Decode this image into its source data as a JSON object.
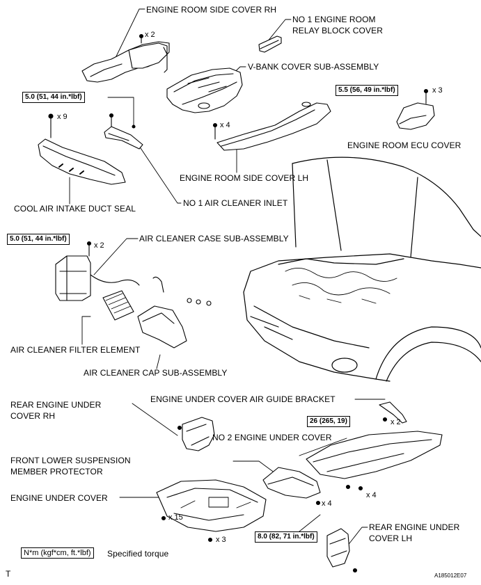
{
  "labels": {
    "engine_room_side_cover_rh": "ENGINE ROOM SIDE COVER RH",
    "relay_block_cover_1": "NO  1 ENGINE ROOM",
    "relay_block_cover_2": "RELAY BLOCK COVER",
    "v_bank_cover": "V-BANK COVER SUB-ASSEMBLY",
    "engine_room_ecu_cover": "ENGINE ROOM ECU COVER",
    "engine_room_side_cover_lh": "ENGINE ROOM SIDE COVER LH",
    "cool_air_intake_duct_seal": "COOL AIR INTAKE DUCT SEAL",
    "no1_air_cleaner_inlet": "NO  1 AIR CLEANER INLET",
    "air_cleaner_case": "AIR CLEANER CASE SUB-ASSEMBLY",
    "air_cleaner_filter": "AIR CLEANER FILTER ELEMENT",
    "air_cleaner_cap": "AIR CLEANER CAP SUB-ASSEMBLY",
    "rear_engine_under_cover_rh_1": "REAR ENGINE UNDER",
    "rear_engine_under_cover_rh_2": "COVER RH",
    "air_guide_bracket": "ENGINE UNDER COVER AIR GUIDE BRACKET",
    "no2_engine_under_cover": "NO  2 ENGINE UNDER COVER",
    "front_lower_susp_1": "FRONT LOWER SUSPENSION",
    "front_lower_susp_2": "MEMBER PROTECTOR",
    "engine_under_cover": "ENGINE UNDER COVER",
    "rear_engine_under_cover_lh_1": "REAR ENGINE UNDER",
    "rear_engine_under_cover_lh_2": "COVER LH"
  },
  "torques": {
    "inlet": "5.0 (51, 44 in.*lbf)",
    "ecu": "5.5 (56, 49 in.*lbf)",
    "case": "5.0 (51, 44 in.*lbf)",
    "bracket": "26 (265, 19)",
    "under": "8.0 (82, 71 in.*lbf)"
  },
  "quantities": {
    "rh_cover": "x 2",
    "ecu": "x 3",
    "duct_seal": "x 9",
    "lh_cover": "x 4",
    "case": "x 2",
    "bracket": "x 2",
    "no2_cover": "x 4",
    "susp_protector": "x 4",
    "under_cover_a": "x 15",
    "under_cover_b": "x 3"
  },
  "legend": {
    "unit": "N*m (kgf*cm, ft.*lbf)",
    "text": "Specified torque"
  },
  "footer": {
    "mark": "T",
    "code": "A185012E07"
  }
}
